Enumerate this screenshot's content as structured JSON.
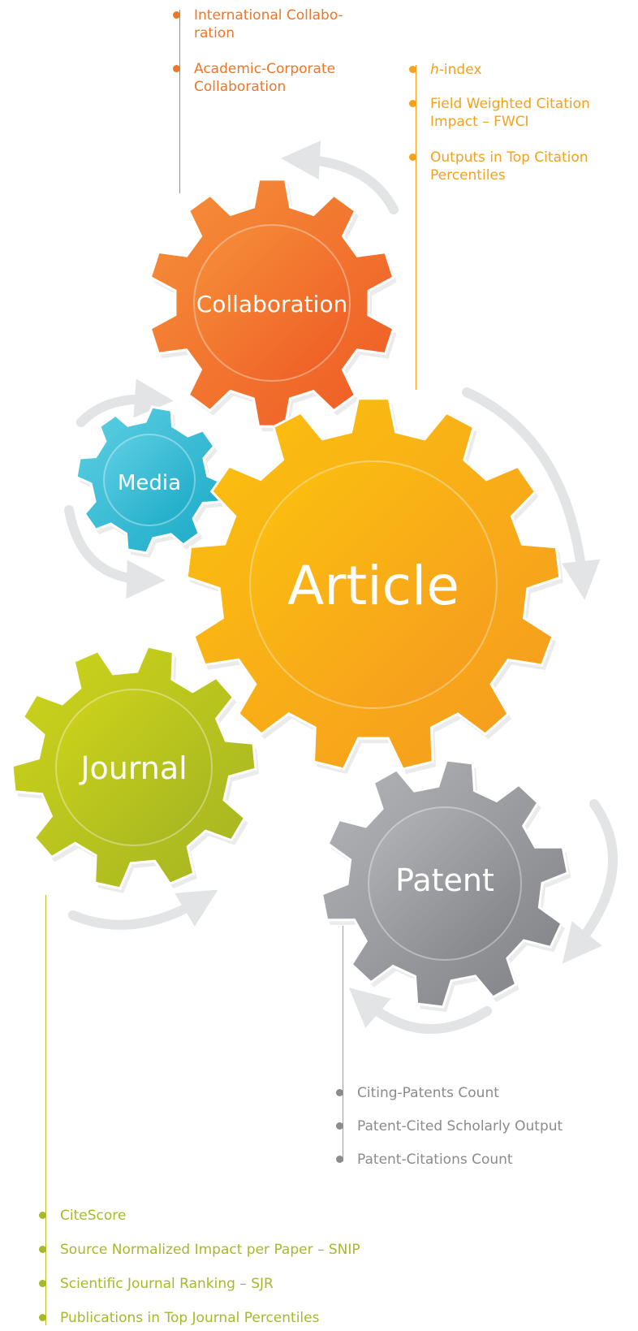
{
  "gears": {
    "collaboration": {
      "label": "Collaboration",
      "color_light": "#f6913a",
      "color_dark": "#ee5a24"
    },
    "media": {
      "label": "Media",
      "color_light": "#5fd0e4",
      "color_dark": "#19a9c6"
    },
    "article": {
      "label": "Article",
      "color_light": "#fcc20e",
      "color_dark": "#f59a20"
    },
    "journal": {
      "label": "Journal",
      "color_light": "#cfd51a",
      "color_dark": "#a3b422"
    },
    "patent": {
      "label": "Patent",
      "color_light": "#b5b6b9",
      "color_dark": "#7f8085"
    }
  },
  "collaboration_metrics": [
    {
      "label": "International Collabo-ration",
      "line1": "International Collabo-",
      "line2": "ration"
    },
    {
      "label": "Academic-Corporate Collaboration",
      "line1": "Academic-Corporate",
      "line2": "Collaboration"
    }
  ],
  "article_metrics": [
    {
      "prefix": "h",
      "suffix": "-index"
    },
    {
      "line1": "Field Weighted Citation",
      "line2": "Impact – FWCI"
    },
    {
      "line1": "Outputs in Top Citation",
      "line2": "Percentiles"
    }
  ],
  "patent_metrics": [
    "Citing-Patents Count",
    "Patent-Cited Scholarly Output",
    "Patent-Citations Count"
  ],
  "journal_metrics": [
    "CiteScore",
    "Source Normalized Impact per Paper – SNIP",
    "Scientific Journal Ranking – SJR",
    "Publications in Top Journal Percentiles"
  ],
  "colors": {
    "arrow": "#e3e4e6",
    "collab_line": "#ee7627",
    "article_line": "#f4a11d",
    "patent_line": "#9c9c9f",
    "journal_line": "#b5c42c"
  }
}
